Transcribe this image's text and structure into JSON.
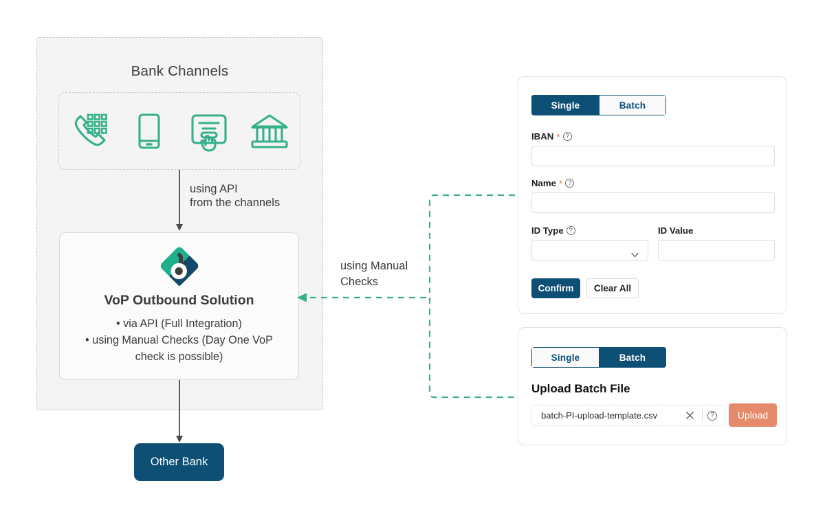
{
  "diagram": {
    "region_title": "Bank Channels",
    "channels": [
      {
        "name": "phone-keypad-icon",
        "label": "Phone"
      },
      {
        "name": "mobile-phone-icon",
        "label": "Mobile"
      },
      {
        "name": "atm-touch-icon",
        "label": "ATM"
      },
      {
        "name": "bank-building-icon",
        "label": "Branch"
      }
    ],
    "api_arrow_label": "using API\nfrom the channels",
    "manual_arrow_label": "using Manual\nChecks",
    "vop": {
      "title": "VoP Outbound Solution",
      "bullets": [
        "via API (Full Integration)",
        "using Manual Checks (Day One VoP check is possible)"
      ]
    },
    "other_bank_label": "Other Bank"
  },
  "single_card": {
    "tabs": {
      "single": "Single",
      "batch": "Batch",
      "selected": "Single"
    },
    "fields": {
      "iban": {
        "label": "IBAN",
        "required": "*",
        "help": "?",
        "value": ""
      },
      "name": {
        "label": "Name",
        "required": "*",
        "help": "?",
        "value": ""
      },
      "id_type": {
        "label": "ID Type",
        "help": "?",
        "value": ""
      },
      "id_value": {
        "label": "ID Value",
        "value": ""
      }
    },
    "confirm_label": "Confirm",
    "clear_label": "Clear All"
  },
  "batch_card": {
    "tabs": {
      "single": "Single",
      "batch": "Batch",
      "selected": "Batch"
    },
    "upload_title": "Upload Batch File",
    "file_name": "batch-PI-upload-template.csv",
    "remove_icon": "×",
    "help_icon": "?",
    "upload_label": "Upload"
  },
  "colors": {
    "navy": "#0d4f75",
    "teal": "#35b08a",
    "coral": "#e68a6c",
    "panel_bg": "#f4f4f4",
    "text": "#3c3c3c"
  }
}
